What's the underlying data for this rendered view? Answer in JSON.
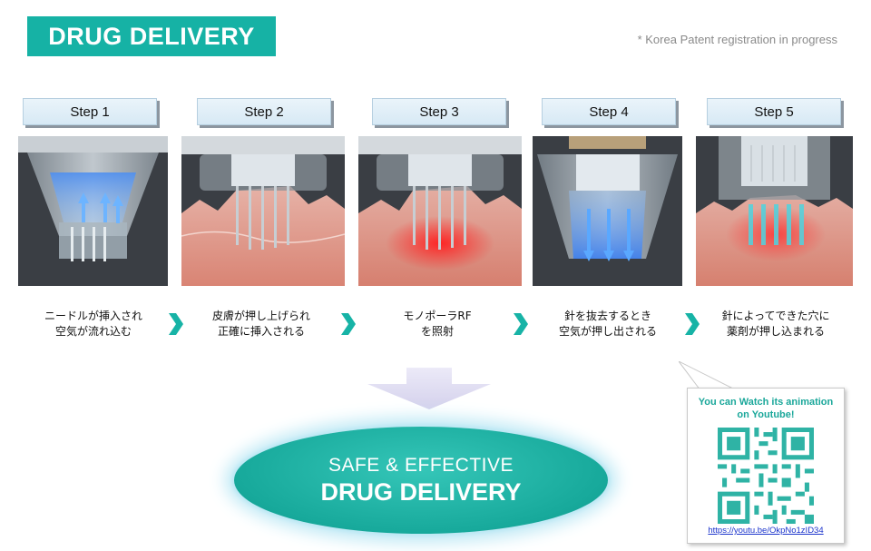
{
  "header": {
    "title": "DRUG DELIVERY",
    "patent_note": "* Korea Patent registration in progress"
  },
  "steps": [
    {
      "label": "Step 1",
      "caption_line1": "ニードルが挿入され",
      "caption_line2": "空気が流れ込む"
    },
    {
      "label": "Step 2",
      "caption_line1": "皮膚が押し上げられ",
      "caption_line2": "正確に挿入される"
    },
    {
      "label": "Step 3",
      "caption_line1": "モノポーラRF",
      "caption_line2": "を照射"
    },
    {
      "label": "Step 4",
      "caption_line1": "針を抜去するとき",
      "caption_line2": "空気が押し出される"
    },
    {
      "label": "Step 5",
      "caption_line1": "針によってできた穴に",
      "caption_line2": "薬剤が押し込まれる"
    }
  ],
  "result": {
    "line1": "SAFE & EFFECTIVE",
    "line2": "DRUG DELIVERY"
  },
  "qr": {
    "text_line1": "You can Watch its animation",
    "text_line2": "on Youtube!",
    "link": "https://youtu.be/OkpNo1zID34"
  },
  "colors": {
    "accent_teal": "#16b2a5",
    "chevron_teal": "#17b3a6",
    "link_blue": "#1a33cc",
    "arrow_lavender": "#dcdaf0"
  }
}
